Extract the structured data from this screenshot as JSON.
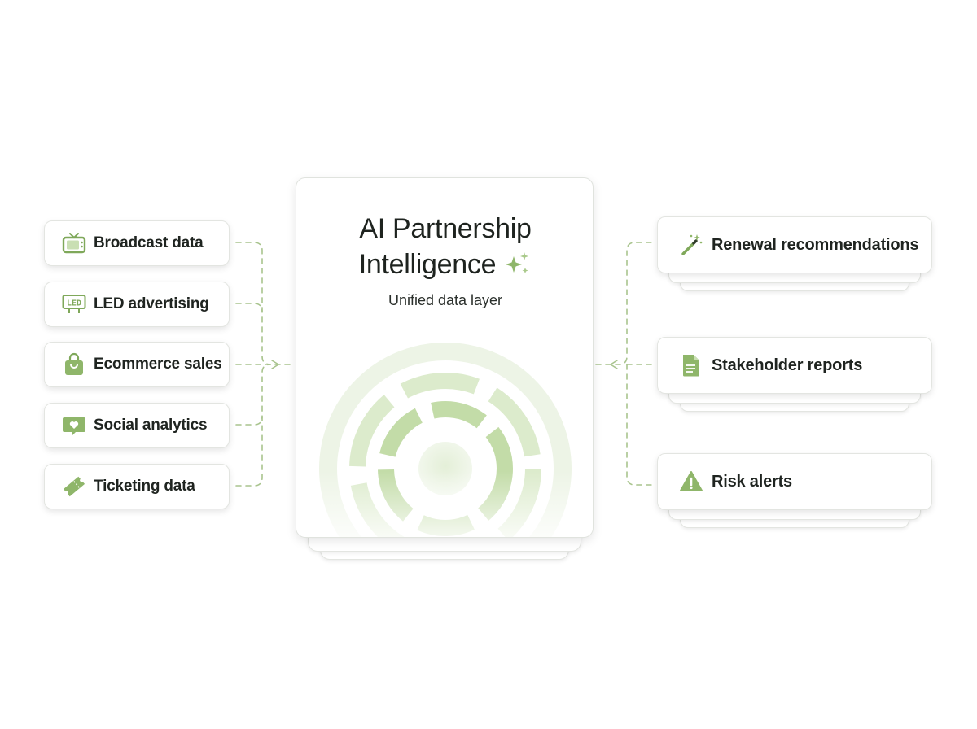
{
  "center": {
    "title_line1": "AI Partnership",
    "title_line2": "Intelligence",
    "subtitle": "Unified data layer",
    "sparkle_icon": "sparkle-icon"
  },
  "inputs": [
    {
      "label": "Broadcast data",
      "icon": "tv-icon"
    },
    {
      "label": "LED advertising",
      "icon": "led-board-icon"
    },
    {
      "label": "Ecommerce sales",
      "icon": "shopping-bag-icon"
    },
    {
      "label": "Social analytics",
      "icon": "heart-chat-icon"
    },
    {
      "label": "Ticketing data",
      "icon": "ticket-icon"
    }
  ],
  "outputs": [
    {
      "label": "Renewal recommendations",
      "icon": "magic-wand-icon"
    },
    {
      "label": "Stakeholder reports",
      "icon": "document-icon"
    },
    {
      "label": "Risk alerts",
      "icon": "warning-icon"
    }
  ],
  "colors": {
    "accent": "#7fa85a",
    "accent_light": "#dcebcc",
    "connector": "#a9c48e",
    "text": "#1f2420"
  }
}
